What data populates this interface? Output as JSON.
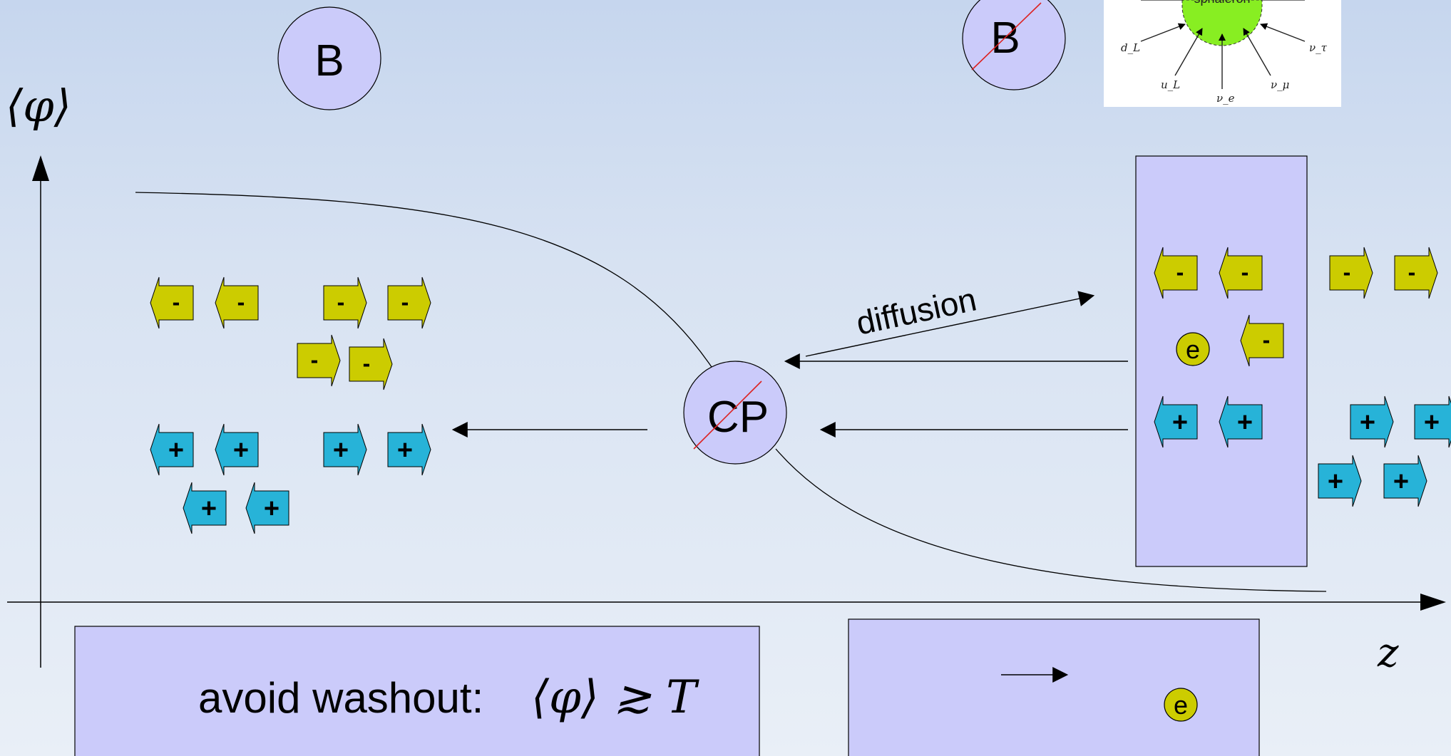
{
  "axes": {
    "y_label": "⟨φ⟩",
    "x_label": "z"
  },
  "baryon_bubbles": {
    "left": "B",
    "right": "B",
    "right_crossed": true
  },
  "cp_bubble": {
    "label": "CP",
    "crossed": true
  },
  "diffusion_label": "diffusion",
  "sphaleron": {
    "center_label": "sphaleron",
    "legs": [
      "d_L",
      "u_L",
      "ν_e",
      "ν_μ",
      "ν_τ"
    ]
  },
  "signs": {
    "minus": "-",
    "plus": "+"
  },
  "electron_label": "e",
  "washout": {
    "text": "avoid washout:",
    "formula": "⟨φ⟩ ≳ T"
  },
  "colors": {
    "bubble_fill": "#cbcbfa",
    "minus_chirality": "#cccc00",
    "plus_chirality": "#27b3d8",
    "sphaleron_fill": "#88ee22",
    "cp_cross": "#dd2222"
  }
}
